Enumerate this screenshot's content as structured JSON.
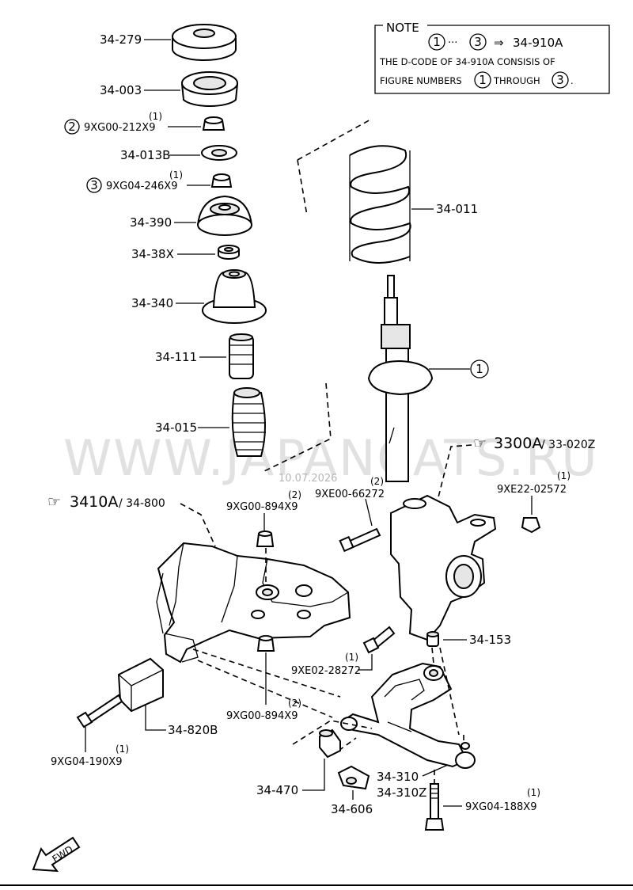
{
  "note": {
    "title": "NOTE",
    "range_from": "1",
    "range_sep": "···",
    "range_to": "3",
    "arrow": "⇒",
    "target": "34-910A",
    "line2": "THE D-CODE OF 34-910A CONSISIS OF",
    "line3_pre": "FIGURE NUMBERS",
    "line3_from": "1",
    "line3_mid": "THROUGH",
    "line3_to": "3",
    "line3_end": "."
  },
  "parts": {
    "p34_279": "34-279",
    "p34_003": "34-003",
    "p9xg00_212x9": "9XG00-212X9",
    "p9xg00_212x9_circle": "2",
    "p9xg00_212x9_qty": "(1)",
    "p34_013b": "34-013B",
    "p9xg04_246x9": "9XG04-246X9",
    "p9xg04_246x9_circle": "3",
    "p9xg04_246x9_qty": "(1)",
    "p34_390": "34-390",
    "p34_38x": "34-38X",
    "p34_340": "34-340",
    "p34_111": "34-111",
    "p34_015": "34-015",
    "p34_011": "34-011",
    "strut_circle": "1",
    "p9xe00_66272": "9XE00-66272",
    "p9xe00_66272_qty": "(2)",
    "p9xe22_02572": "9XE22-02572",
    "p9xe22_02572_qty": "(1)",
    "p9xg00_894x9_top": "9XG00-894X9",
    "p9xg00_894x9_top_qty": "(2)",
    "p34_153": "34-153",
    "p9xe02_28272": "9XE02-28272",
    "p9xe02_28272_qty": "(1)",
    "p9xg00_894x9_bot": "9XG00-894X9",
    "p9xg00_894x9_bot_qty": "(2)",
    "p34_820b": "34-820B",
    "p9xg04_190x9": "9XG04-190X9",
    "p9xg04_190x9_qty": "(1)",
    "p34_470": "34-470",
    "p34_310": "34-310",
    "p34_310z": "34-310Z",
    "p34_606": "34-606",
    "p9xg04_188x9": "9XG04-188X9",
    "p9xg04_188x9_qty": "(1)"
  },
  "refs": {
    "r3300a_main": "3300A",
    "r3300a_sub": "/ 33-020Z",
    "r3410a_main": "3410A",
    "r3410a_sub": "/ 34-800"
  },
  "fwd": "FWD",
  "watermark": {
    "text": "WWW.JAPANCATS.RU",
    "date": "10.07.2026"
  }
}
